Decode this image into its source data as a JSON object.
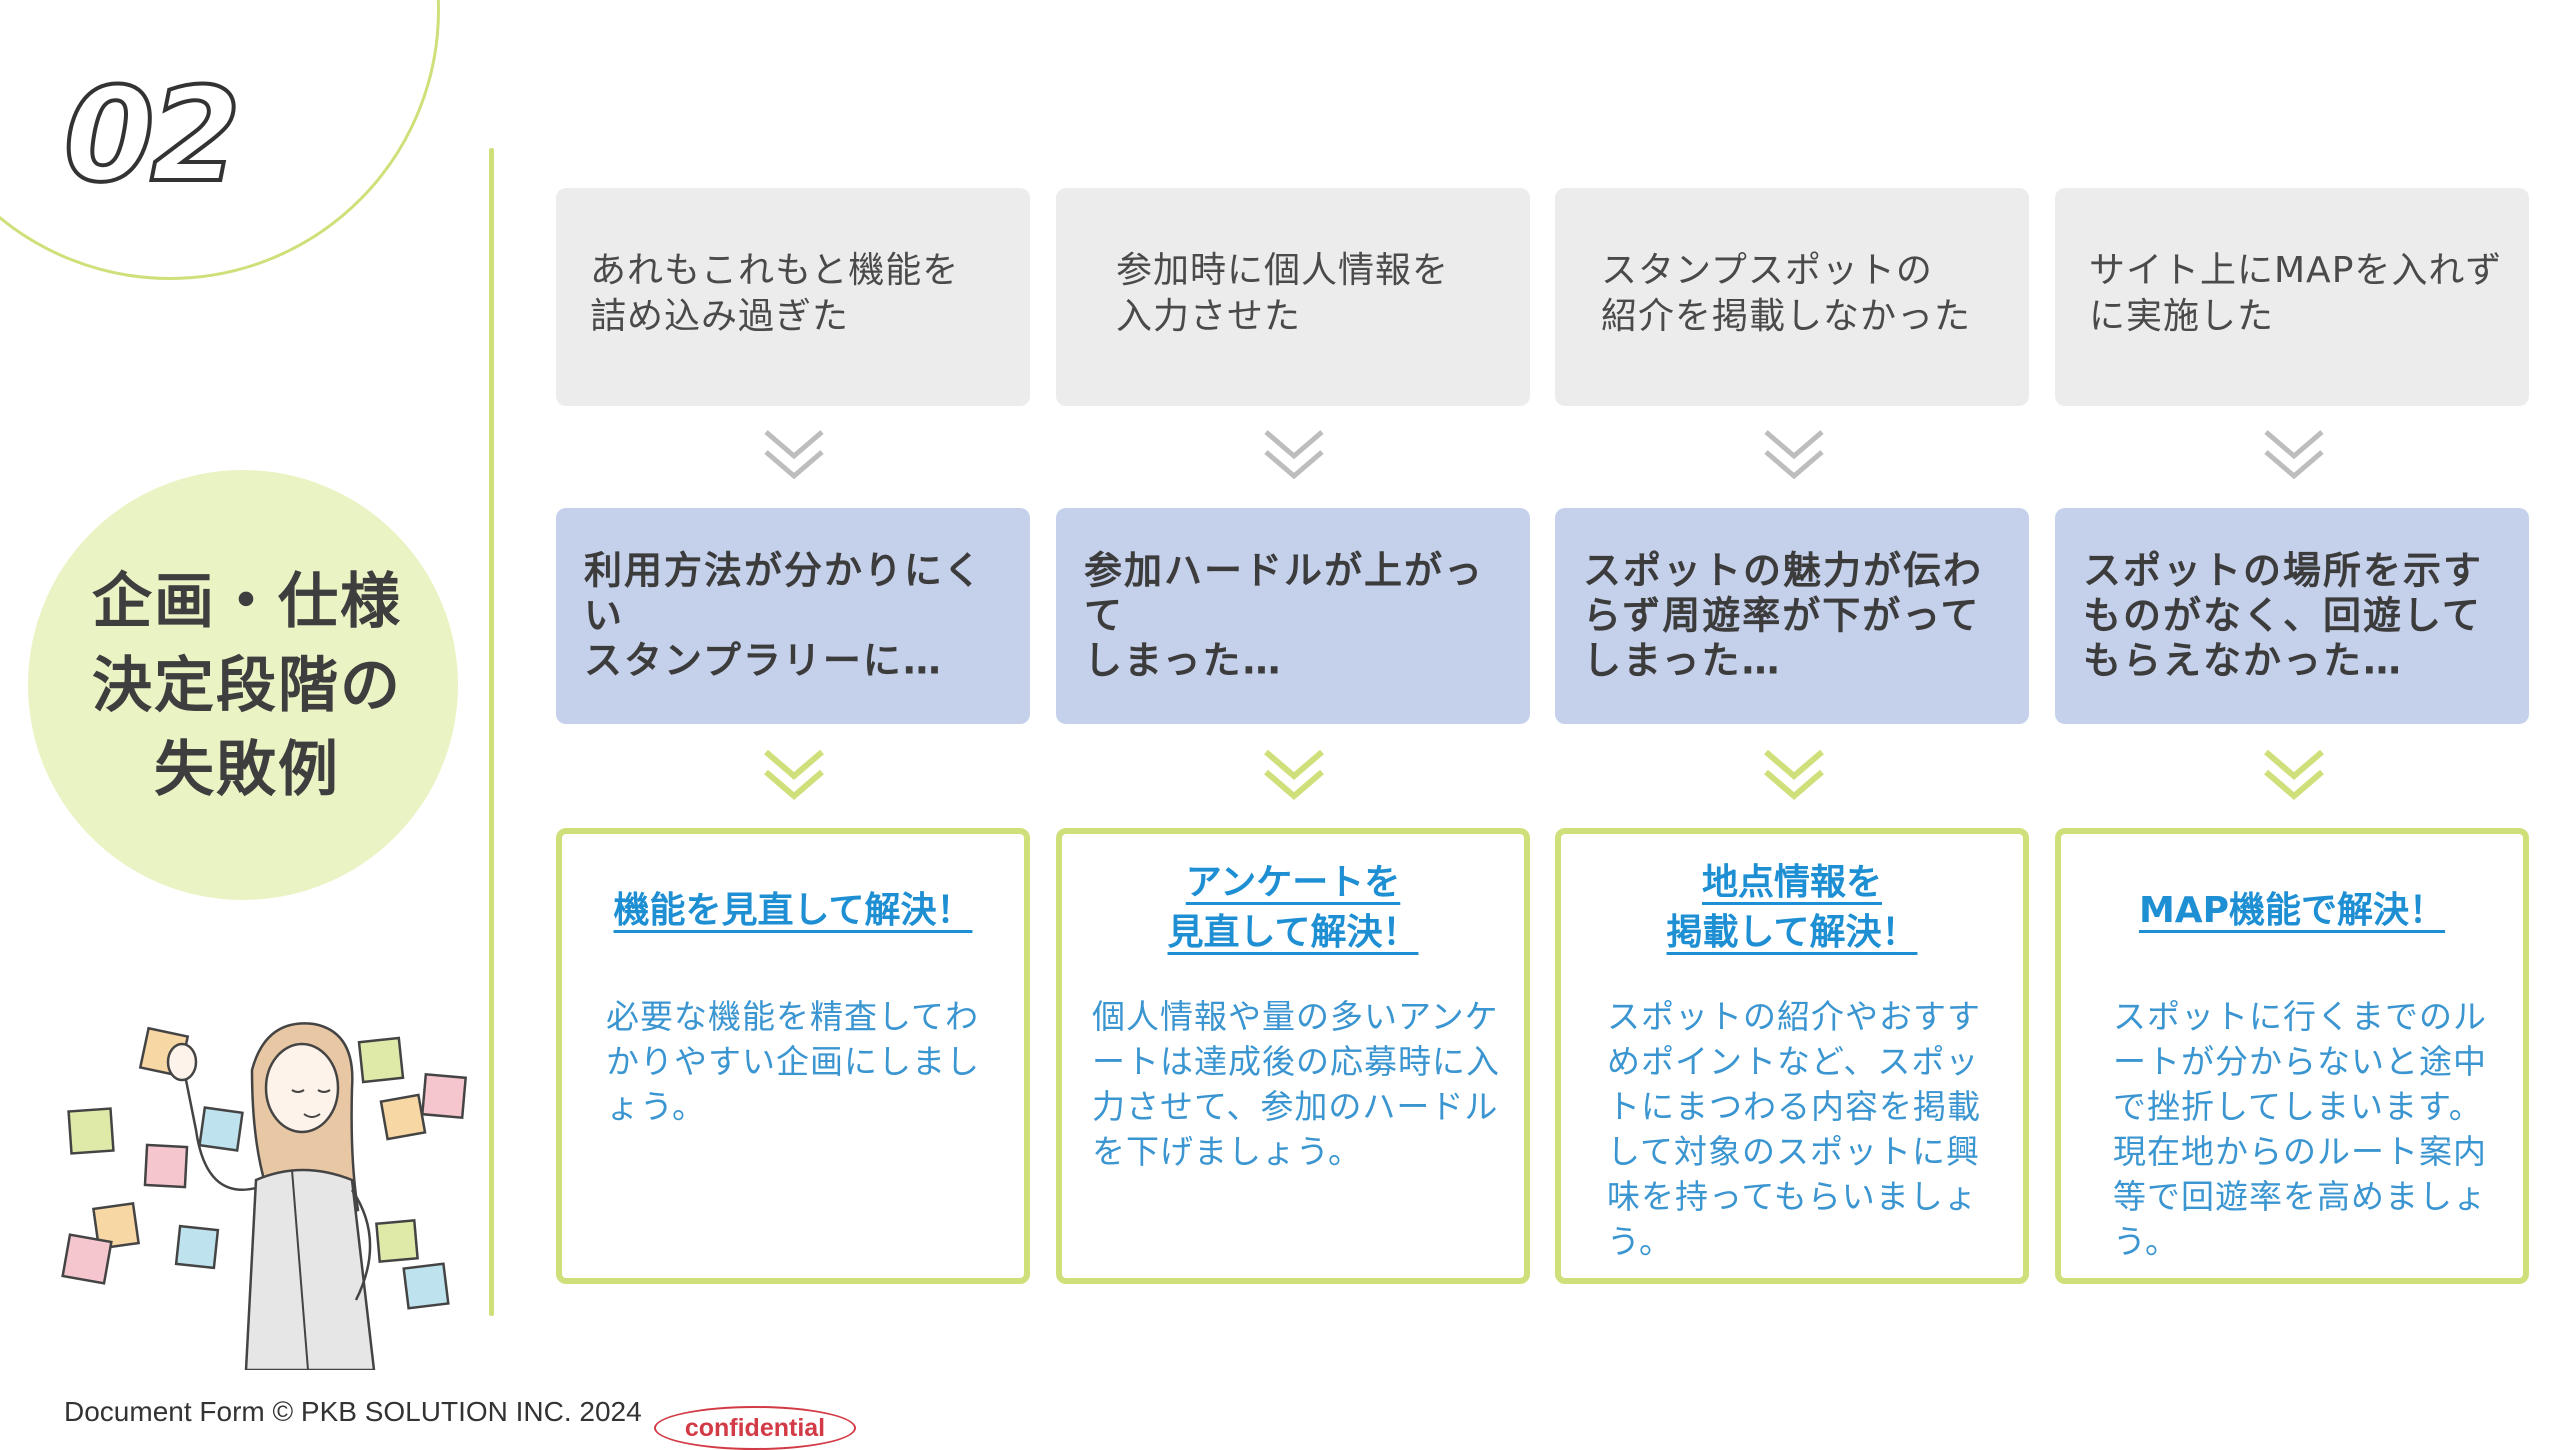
{
  "section_number": "02",
  "section_title": "企画・仕様\n決定段階の\n　失敗例",
  "columns": [
    {
      "problem": "あれもこれもと機能を\n詰め込み過ぎた",
      "result": "利用方法が分かりにくい\nスタンプラリーに…",
      "solution_title": "機能を見直して解決！",
      "solution_body": "必要な機能を精査してわかりやすい企画にしましょう。"
    },
    {
      "problem": "参加時に個人情報を\n入力させた",
      "result": "参加ハードルが上がって\nしまった…",
      "solution_title": "アンケートを\n見直して解決！",
      "solution_body": "個人情報や量の多いアンケートは達成後の応募時に入力させて、参加のハードルを下げましょう。"
    },
    {
      "problem": "スタンプスポットの\n紹介を掲載しなかった",
      "result": "スポットの魅力が伝わらず周遊率が下がってしまった…",
      "solution_title": "地点情報を\n掲載して解決！",
      "solution_body": "スポットの紹介やおすすめポイントなど、スポットにまつわる内容を掲載して対象のスポットに興味を持ってもらいましょう。"
    },
    {
      "problem": "サイト上にMAPを入れずに実施した",
      "result": "スポットの場所を示すものがなく、回遊してもらえなかった…",
      "solution_title": "MAP機能で解決！",
      "solution_body": "スポットに行くまでのルートが分からないと途中で挫折してしまいます。現在地からのルート案内等で回遊率を高めましょう。"
    }
  ],
  "footer": {
    "copyright": "Document Form © PKB SOLUTION INC. 2024",
    "badge": "confidential"
  },
  "colors": {
    "accent_green": "#cfe07a",
    "problem_bg": "#ececec",
    "result_bg": "#c5d0ea",
    "solution_title": "#1e8fd3",
    "solution_body": "#3a95d0",
    "badge_red": "#d23a45"
  }
}
